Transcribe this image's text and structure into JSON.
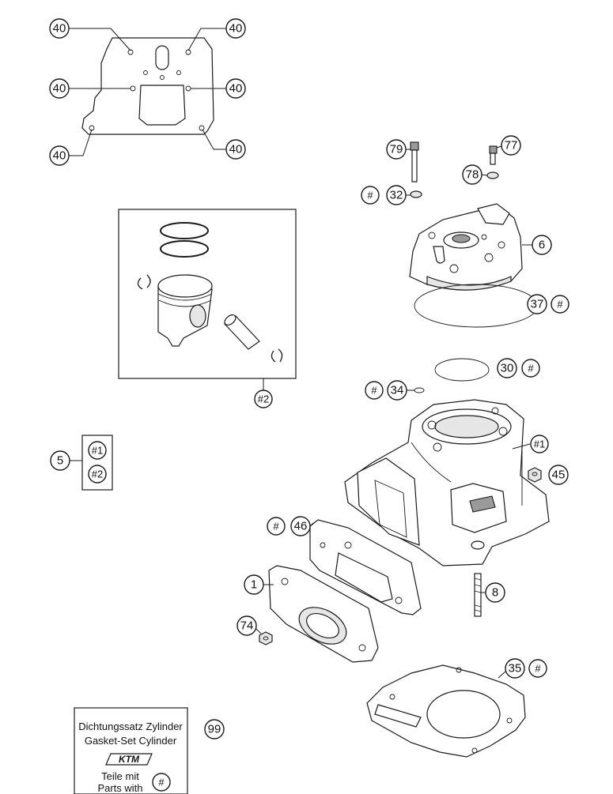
{
  "callouts": {
    "c40_a": "40",
    "c40_b": "40",
    "c40_c": "40",
    "c40_d": "40",
    "c40_e": "40",
    "c40_f": "40",
    "c79": "79",
    "c77": "77",
    "c78": "78",
    "c32": "32",
    "c32_hash": "#",
    "c6": "6",
    "c37": "37",
    "c37_hash": "#",
    "c30": "30",
    "c30_hash": "#",
    "c34": "34",
    "c34_hash": "#",
    "c_hash1_cyl": "#1",
    "c45": "45",
    "c46": "46",
    "c46_hash": "#",
    "c1": "1",
    "c8": "8",
    "c74": "74",
    "c35": "35",
    "c35_hash": "#",
    "c_hash2_piston": "#2",
    "c5": "5",
    "c5_hash1": "#1",
    "c5_hash2": "#2",
    "c99": "99",
    "kit_hash": "#"
  },
  "kit_box": {
    "line1": "Dichtungssatz Zylinder",
    "line2": "Gasket-Set Cylinder",
    "logo": "KTM",
    "line3": "Teile mit",
    "line4": "Parts with"
  }
}
